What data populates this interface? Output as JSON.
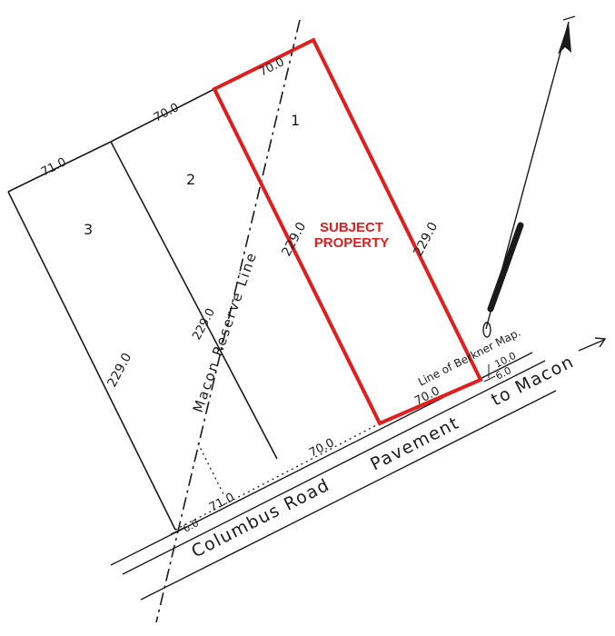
{
  "colors": {
    "ink": "#1a1a1a",
    "highlight": "#e01e1e"
  },
  "subject": {
    "line1": "SUBJECT",
    "line2": "PROPERTY"
  },
  "lots": {
    "lot1": {
      "number": "1",
      "front": "70.0",
      "depth_left": "229.0",
      "depth_right": "229.0",
      "rear": "70.0"
    },
    "lot2": {
      "number": "2",
      "rear": "70.0",
      "depth": "229.0",
      "front": "70.0"
    },
    "lot3": {
      "number": "3",
      "rear": "71.0",
      "depth": "229.0",
      "front": "71.0"
    }
  },
  "road": {
    "name": "Columbus Road",
    "pavement": "Pavement",
    "direction": "to Macon"
  },
  "lines": {
    "reserve": "Macon Reserve Line",
    "berkner": "Line of Berkner Map."
  },
  "offsets": {
    "ten": "10.0",
    "six_right": "6.0",
    "six_left": "6.0"
  },
  "north_icon": "north-arrow-icon"
}
